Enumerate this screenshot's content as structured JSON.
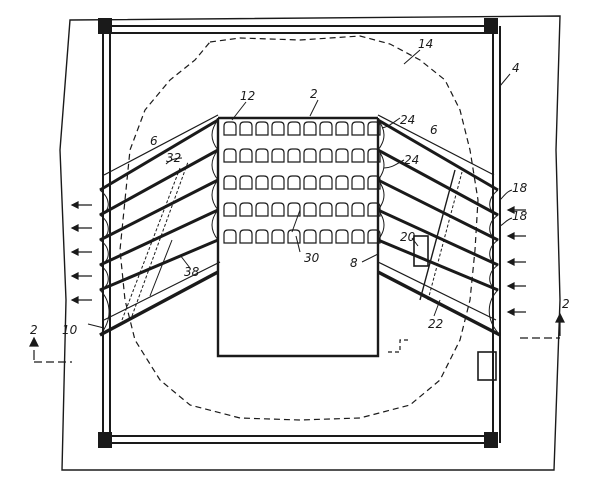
{
  "figure": {
    "ink_color": "#1a1a1a",
    "paper_color": "#ffffff",
    "reference_labels": {
      "stage_block": "2",
      "seating": "12",
      "perimeter_path": "14",
      "exterior_wall": "4",
      "upper_left_louver": "6",
      "upper_right_louver": "6",
      "right_inner_corner": "24",
      "right_inner_corner_lower": "24",
      "right_vane_a": "18",
      "right_vane_b": "18",
      "right_pivot": "20",
      "right_lower_section": "8",
      "right_lower_louver": "22",
      "left_upper_vane": "32",
      "left_bracket": "38",
      "left_lower_corner": "10",
      "center_seat_row": "30",
      "section_left": "2",
      "section_right": "2"
    },
    "seat_rows": 5,
    "seats_per_row": 10,
    "louver_count_per_side": 6
  }
}
